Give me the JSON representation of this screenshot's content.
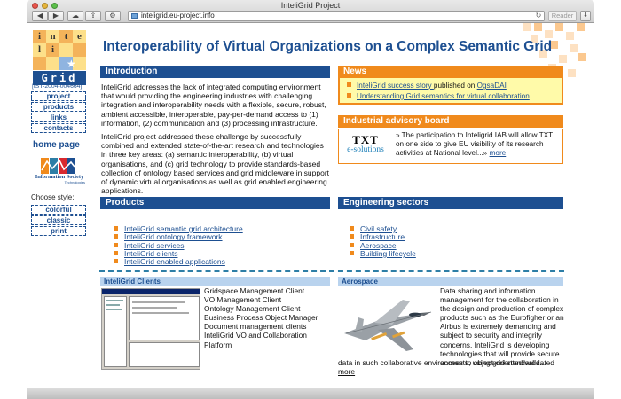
{
  "browser": {
    "window_title": "InteliGrid Project",
    "url": "inteligrid.eu-project.info",
    "reader_label": "Reader"
  },
  "colors": {
    "primary_blue": "#1d4f91",
    "accent_orange": "#f08a1c",
    "news_yellow": "#fffaa9",
    "light_blue": "#b9d3ee"
  },
  "sidebar": {
    "logo_letters": [
      "i",
      "n",
      "t",
      "e",
      "l",
      "i",
      "G",
      "r",
      "i",
      "d"
    ],
    "logo_text": "Grid",
    "project_code": "[IST-2004-004664]",
    "nav": [
      {
        "label": "project"
      },
      {
        "label": "products"
      },
      {
        "label": "links"
      },
      {
        "label": "contacts"
      }
    ],
    "home_page": "home page",
    "is_logo_text": "Information Society",
    "is_logo_sub": "Technologies",
    "choose_style": "Choose style:",
    "styles": [
      {
        "label": "colorful"
      },
      {
        "label": "classic"
      },
      {
        "label": "print"
      }
    ]
  },
  "main": {
    "title": "Interoperability of Virtual Organizations on a Complex Semantic Grid",
    "introduction": {
      "heading": "Introduction",
      "p1": "InteliGrid addresses the lack of integrated computing environment that would providing the engineering industries with challenging integration and interoperability needs with a flexible, secure, robust, ambient accessible, interoperable, pay-per-demand access to (1) information, (2) communication and (3) processing infrastructure.",
      "p2": "InteliGrid project addressed these challenge by successfully combined and extended state-of-the-art research and technologies in three key areas: (a) semantic interoperability, (b) virtual organisations, and (c) grid technology to provide standards-based collection of ontology based services and grid middleware in support of dynamic virtual organisations as well as grid enabled engineering applications."
    },
    "news": {
      "heading": "News",
      "items": [
        {
          "link": "InteliGrid success story ",
          "mid": "published on ",
          "link2": "OgsaDAI"
        },
        {
          "link": "Understanding Grid semantics for virtual collaboration"
        }
      ]
    },
    "iab": {
      "heading": "Industrial advisory board",
      "logo_top": "TXT",
      "logo_bottom": "e-solutions",
      "text": "» The participation to Inteligrid IAB will allow TXT on one side to give EU visibility of its research activities at National level...» ",
      "more": "more"
    },
    "products": {
      "heading": "Products",
      "items": [
        "InteliGrid semantic grid architecture",
        "InteliGrid ontology framework",
        "InteliGrid services",
        "InteliGrid clients",
        "InteliGrid enabled applications"
      ]
    },
    "sectors": {
      "heading": "Engineering sectors",
      "items": [
        "Civil safety",
        "Infrastructure",
        "Aerospace",
        "Building lifecycle"
      ]
    },
    "clients": {
      "heading": "InteliGrid Clients",
      "items": [
        "Gridspace Management Client",
        "VO Management Client",
        "Ontology Management Client",
        "Business Process Object Manager",
        "Document management clients",
        "InteliGrid VO and Collaboration",
        "Platform"
      ]
    },
    "aerospace": {
      "heading": "Aerospace",
      "text": "Data sharing and information management for the collaboration in the design and production of complex products such as the Eurofigher or an Airbus is extremely demanding and subject to security and integrity concerns. InteliGrid is developing technologies that will provide secure access to object-oriented validated",
      "text_tail": "data in such collaborative environments, using grid standards...",
      "more": "more"
    }
  }
}
